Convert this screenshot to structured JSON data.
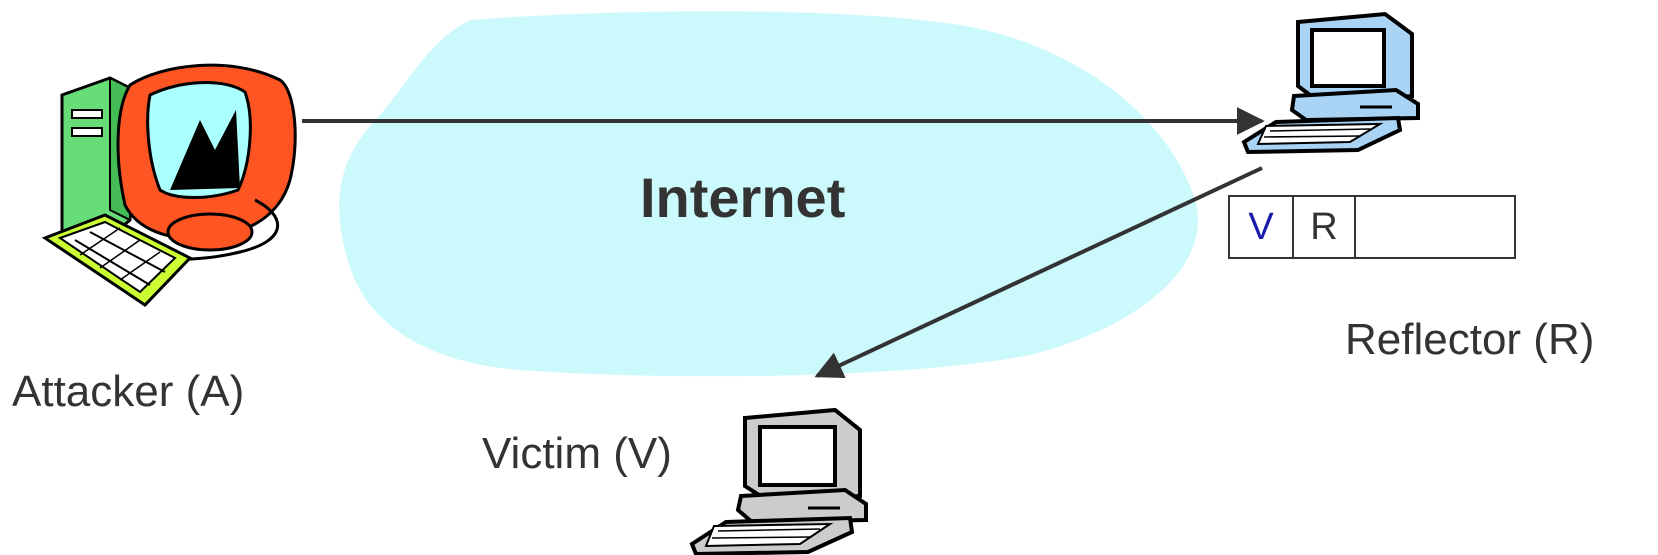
{
  "network": {
    "label": "Internet",
    "color": "#ccf9fb"
  },
  "nodes": {
    "attacker": {
      "label": "Attacker (A)",
      "icon": "attacker-computer-icon"
    },
    "reflector": {
      "label": "Reflector (R)",
      "icon": "reflector-computer-icon"
    },
    "victim": {
      "label": "Victim (V)",
      "icon": "victim-computer-icon"
    }
  },
  "packet": {
    "fields": [
      "V",
      "R",
      ""
    ],
    "source_color": "#1a1aaa"
  },
  "edges": [
    {
      "from": "attacker",
      "to": "reflector"
    },
    {
      "from": "reflector",
      "to": "victim"
    }
  ]
}
